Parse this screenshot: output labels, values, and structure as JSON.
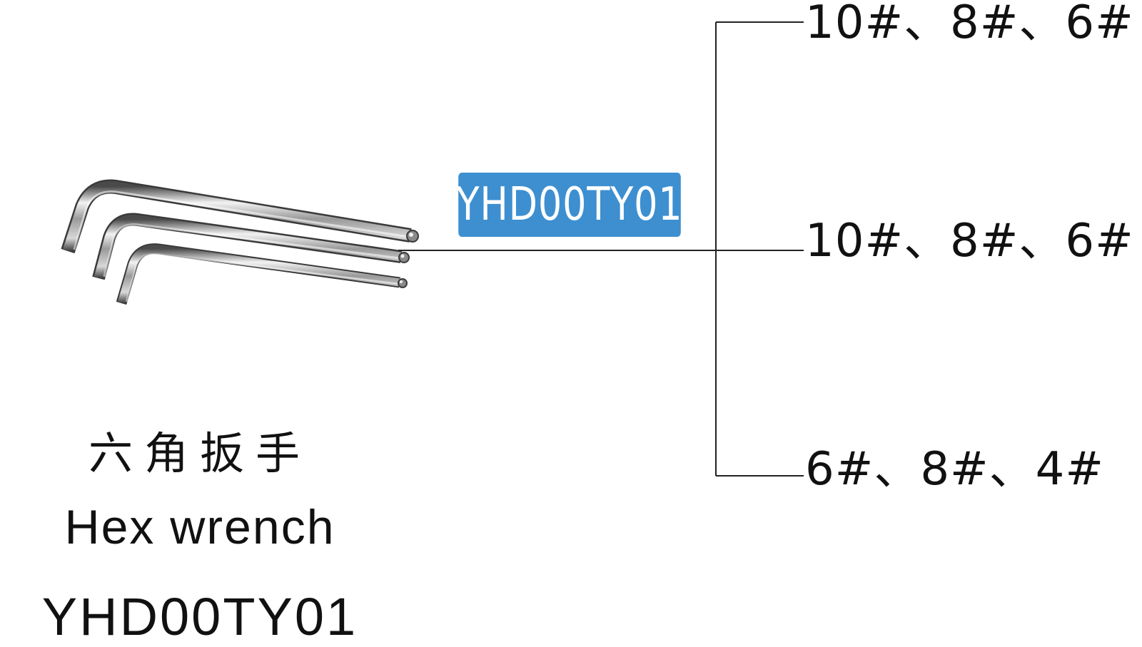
{
  "colors": {
    "badge_bg": "#3d8fd0",
    "line": "#222222",
    "metal_dark": "#5a5a5a",
    "metal_light": "#e6e6e6"
  },
  "badge": {
    "code": "YHD00TY01"
  },
  "sizes": [
    "10#、8#、6#",
    "10#、8#、6#",
    "6#、8#、4#"
  ],
  "caption": {
    "chinese": "六角扳手",
    "english": "Hex wrench",
    "code": "YHD00TY01"
  },
  "product_image": {
    "icon": "hex-wrench-set-icon",
    "count": 3
  }
}
